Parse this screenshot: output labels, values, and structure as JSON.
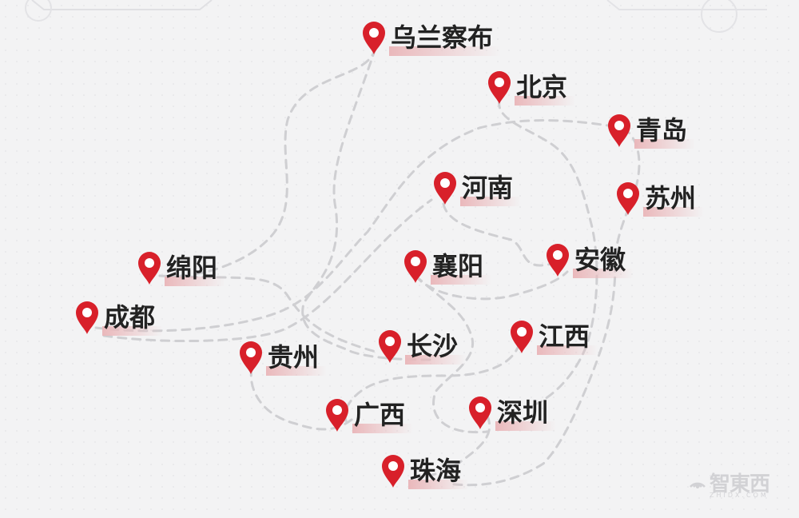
{
  "map": {
    "cities": [
      {
        "id": "wulanchabu",
        "name": "乌兰察布"
      },
      {
        "id": "beijing",
        "name": "北京"
      },
      {
        "id": "qingdao",
        "name": "青岛"
      },
      {
        "id": "henan",
        "name": "河南"
      },
      {
        "id": "suzhou",
        "name": "苏州"
      },
      {
        "id": "mianyang",
        "name": "绵阳"
      },
      {
        "id": "xiangyang",
        "name": "襄阳"
      },
      {
        "id": "anhui",
        "name": "安徽"
      },
      {
        "id": "chengdu",
        "name": "成都"
      },
      {
        "id": "jiangxi",
        "name": "江西"
      },
      {
        "id": "guizhou",
        "name": "贵州"
      },
      {
        "id": "changsha",
        "name": "长沙"
      },
      {
        "id": "guangxi",
        "name": "广西"
      },
      {
        "id": "shenzhen",
        "name": "深圳"
      },
      {
        "id": "zhuhai",
        "name": "珠海"
      }
    ],
    "colors": {
      "pin": "#d8202a",
      "route": "#cfcfd2",
      "highlight": "#eab8bb"
    }
  },
  "watermark": {
    "brand": "智東西",
    "subtext": "ZHIDX.COM"
  }
}
